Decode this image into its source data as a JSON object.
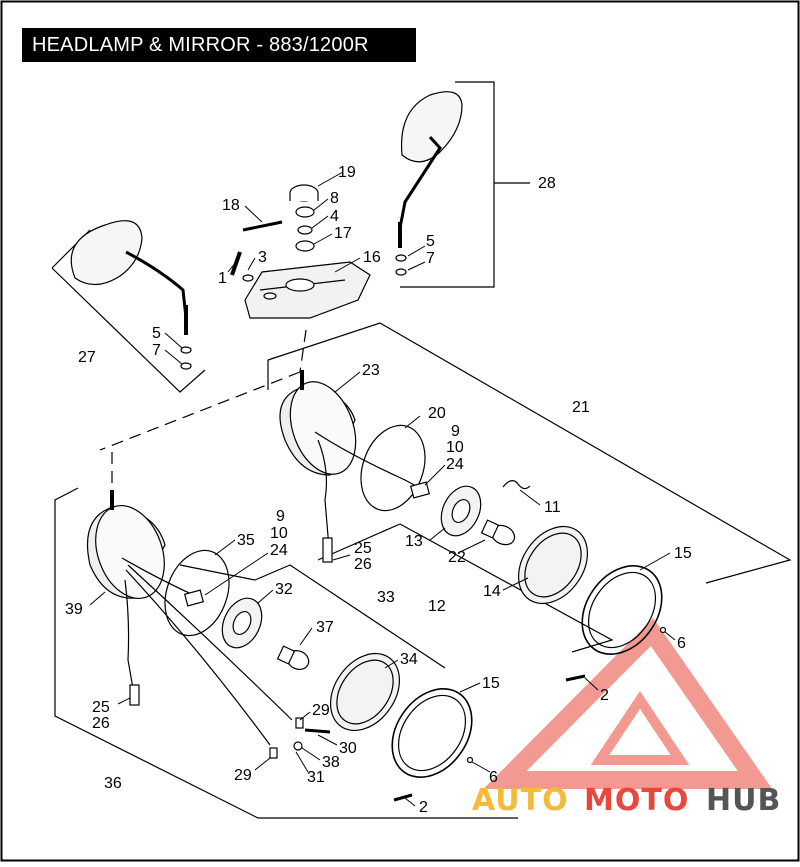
{
  "title": "HEADLAMP & MIRROR - 883/1200R",
  "callouts": [
    {
      "id": "c1",
      "text": "1"
    },
    {
      "id": "c3",
      "text": "3"
    },
    {
      "id": "c16",
      "text": "16"
    },
    {
      "id": "c18",
      "text": "18"
    },
    {
      "id": "c19",
      "text": "19"
    },
    {
      "id": "c8",
      "text": "8"
    },
    {
      "id": "c4",
      "text": "4"
    },
    {
      "id": "c17",
      "text": "17"
    },
    {
      "id": "c28",
      "text": "28"
    },
    {
      "id": "c5a",
      "text": "5"
    },
    {
      "id": "c7a",
      "text": "7"
    },
    {
      "id": "c5b",
      "text": "5"
    },
    {
      "id": "c7b",
      "text": "7"
    },
    {
      "id": "c27",
      "text": "27"
    },
    {
      "id": "c23",
      "text": "23"
    },
    {
      "id": "c20",
      "text": "20"
    },
    {
      "id": "c21",
      "text": "21"
    },
    {
      "id": "c9a",
      "text": "9"
    },
    {
      "id": "c10a",
      "text": "10"
    },
    {
      "id": "c24a",
      "text": "24"
    },
    {
      "id": "c11",
      "text": "11"
    },
    {
      "id": "c13",
      "text": "13"
    },
    {
      "id": "c22",
      "text": "22"
    },
    {
      "id": "c25a",
      "text": "25"
    },
    {
      "id": "c26a",
      "text": "26"
    },
    {
      "id": "c15a",
      "text": "15"
    },
    {
      "id": "c14",
      "text": "14"
    },
    {
      "id": "c12",
      "text": "12"
    },
    {
      "id": "c6a",
      "text": "6"
    },
    {
      "id": "c2a",
      "text": "2"
    },
    {
      "id": "c9b",
      "text": "9"
    },
    {
      "id": "c10b",
      "text": "10"
    },
    {
      "id": "c35",
      "text": "35"
    },
    {
      "id": "c24b",
      "text": "24"
    },
    {
      "id": "c39",
      "text": "39"
    },
    {
      "id": "c32",
      "text": "32"
    },
    {
      "id": "c33",
      "text": "33"
    },
    {
      "id": "c37",
      "text": "37"
    },
    {
      "id": "c34",
      "text": "34"
    },
    {
      "id": "c15b",
      "text": "15"
    },
    {
      "id": "c25b",
      "text": "25"
    },
    {
      "id": "c26b",
      "text": "26"
    },
    {
      "id": "c29a",
      "text": "29"
    },
    {
      "id": "c30",
      "text": "30"
    },
    {
      "id": "c38",
      "text": "38"
    },
    {
      "id": "c29b",
      "text": "29"
    },
    {
      "id": "c31",
      "text": "31"
    },
    {
      "id": "c6b",
      "text": "6"
    },
    {
      "id": "c36",
      "text": "36"
    },
    {
      "id": "c2b",
      "text": "2"
    }
  ],
  "watermark": {
    "part1": "AUTO",
    "part2": "MOTO",
    "part3": "HUB",
    "color1": "#f5b93c",
    "color2": "#e8473a",
    "color3": "#555555",
    "triangle_color": "#e8473a"
  }
}
